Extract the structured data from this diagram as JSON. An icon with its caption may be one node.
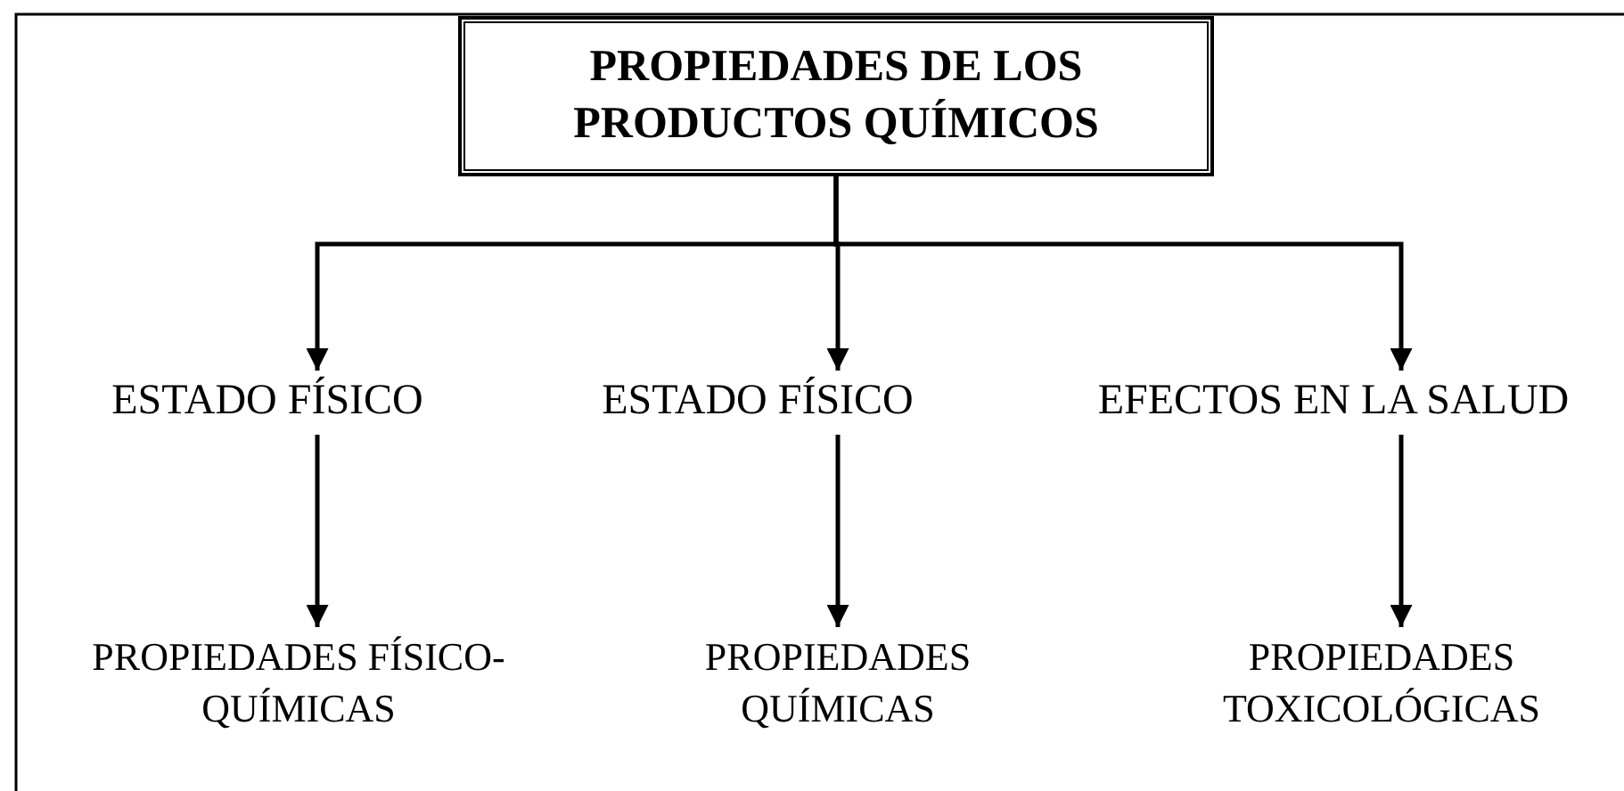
{
  "diagram": {
    "nodes": [
      {
        "text": [
          "PROPIEDADES DE LOS PRODUCTOS QUÍMICOS"
        ]
      },
      {
        "text": [
          "ESTADO FÍSICO"
        ]
      },
      {
        "text": [
          "ESTADO FÍSICO"
        ]
      },
      {
        "text": [
          "EFECTOS EN LA SALUD"
        ]
      },
      {
        "text": [
          "PROPIEDADES FÍSICO-QUÍMICAS"
        ]
      },
      {
        "text": [
          "PROPIEDADES QUÍMICAS"
        ]
      },
      {
        "text": [
          "PROPIEDADES TOXICOLÓGICAS"
        ]
      }
    ],
    "edges": [
      {
        "from": 0,
        "to": 1,
        "arrow": "to"
      },
      {
        "from": 0,
        "to": 2,
        "arrow": "to"
      },
      {
        "from": 0,
        "to": 3,
        "arrow": "to"
      },
      {
        "from": 1,
        "to": 4,
        "arrow": "to"
      },
      {
        "from": 2,
        "to": 5,
        "arrow": "to"
      },
      {
        "from": 3,
        "to": 6,
        "arrow": "to"
      }
    ]
  }
}
